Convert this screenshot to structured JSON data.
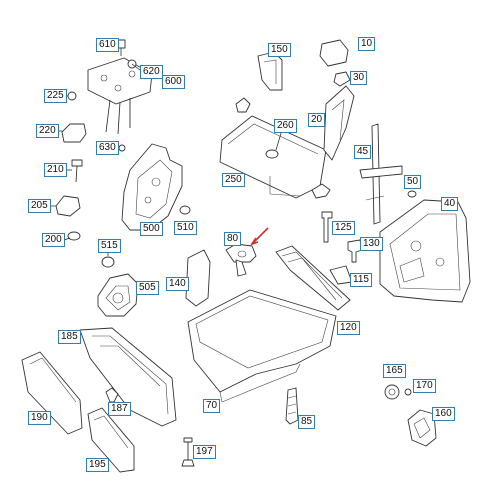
{
  "labels": [
    {
      "id": "610",
      "text": "610"
    },
    {
      "id": "620",
      "text": "620"
    },
    {
      "id": "600",
      "text": "600"
    },
    {
      "id": "225",
      "text": "225"
    },
    {
      "id": "220",
      "text": "220"
    },
    {
      "id": "630",
      "text": "630"
    },
    {
      "id": "210",
      "text": "210"
    },
    {
      "id": "205",
      "text": "205"
    },
    {
      "id": "200",
      "text": "200"
    },
    {
      "id": "150",
      "text": "150"
    },
    {
      "id": "10",
      "text": "10"
    },
    {
      "id": "30",
      "text": "30"
    },
    {
      "id": "260",
      "text": "260"
    },
    {
      "id": "20",
      "text": "20"
    },
    {
      "id": "45",
      "text": "45"
    },
    {
      "id": "250",
      "text": "250"
    },
    {
      "id": "50",
      "text": "50"
    },
    {
      "id": "40",
      "text": "40"
    },
    {
      "id": "500",
      "text": "500"
    },
    {
      "id": "510",
      "text": "510"
    },
    {
      "id": "515",
      "text": "515"
    },
    {
      "id": "80",
      "text": "80"
    },
    {
      "id": "125",
      "text": "125"
    },
    {
      "id": "130",
      "text": "130"
    },
    {
      "id": "140",
      "text": "140"
    },
    {
      "id": "505",
      "text": "505"
    },
    {
      "id": "115",
      "text": "115"
    },
    {
      "id": "120",
      "text": "120"
    },
    {
      "id": "185",
      "text": "185"
    },
    {
      "id": "70",
      "text": "70"
    },
    {
      "id": "187",
      "text": "187"
    },
    {
      "id": "190",
      "text": "190"
    },
    {
      "id": "85",
      "text": "85"
    },
    {
      "id": "165",
      "text": "165"
    },
    {
      "id": "170",
      "text": "170"
    },
    {
      "id": "160",
      "text": "160"
    },
    {
      "id": "195",
      "text": "195"
    },
    {
      "id": "197",
      "text": "197"
    }
  ],
  "colors": {
    "label_border": "#2f7fb4",
    "indicator_arrow": "#d42a2a",
    "line": "#333333"
  }
}
